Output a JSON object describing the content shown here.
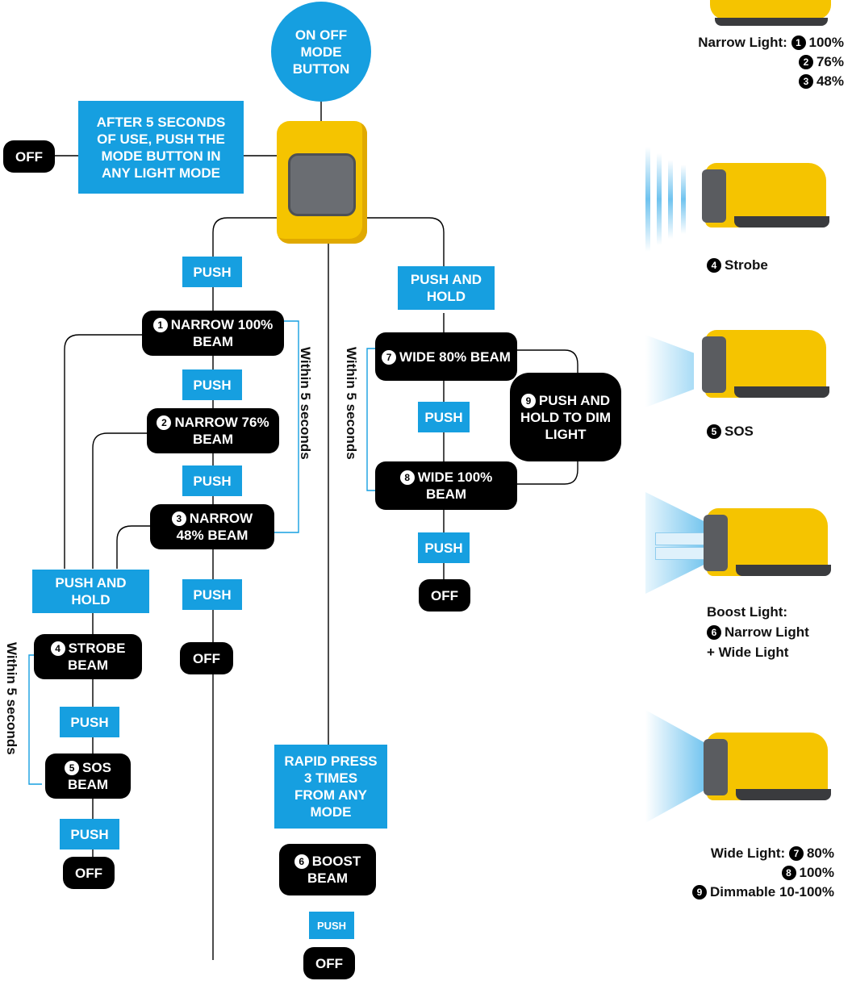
{
  "flow": {
    "on_off_button": "ON OFF MODE BUTTON",
    "after_5_seconds": "AFTER 5 SECONDS OF USE, PUSH THE MODE BUTTON IN ANY LIGHT MODE",
    "off": "OFF",
    "push": "PUSH",
    "push_and_hold": "PUSH AND HOLD",
    "within_5_seconds": "Within 5 seconds",
    "narrow_100": "NARROW 100% BEAM",
    "narrow_76": "NARROW 76% BEAM",
    "narrow_48": "NARROW 48% BEAM",
    "strobe_beam": "STROBE BEAM",
    "sos_beam": "SOS BEAM",
    "boost_beam": "BOOST BEAM",
    "wide_80": "WIDE 80% BEAM",
    "wide_100": "WIDE 100% BEAM",
    "push_hold_dim": "PUSH AND HOLD TO DIM LIGHT",
    "rapid_press": "RAPID PRESS 3 TIMES FROM ANY MODE"
  },
  "numbers": {
    "n1": "1",
    "n2": "2",
    "n3": "3",
    "n4": "4",
    "n5": "5",
    "n6": "6",
    "n7": "7",
    "n8": "8",
    "n9": "9"
  },
  "legend": {
    "narrow_title": "Narrow Light:",
    "narrow_1": "100%",
    "narrow_2": "76%",
    "narrow_3": "48%",
    "strobe": "Strobe",
    "sos": "SOS",
    "boost_title": "Boost Light:",
    "boost_narrow": "Narrow Light",
    "boost_wide": "+ Wide Light",
    "wide_title": "Wide Light:",
    "wide_7": "80%",
    "wide_8": "100%",
    "wide_9": "Dimmable 10-100%"
  },
  "colors": {
    "accent_blue": "#169fe0",
    "node_black": "#000000",
    "device_yellow": "#f5c400",
    "device_gray": "#6a6d72"
  }
}
